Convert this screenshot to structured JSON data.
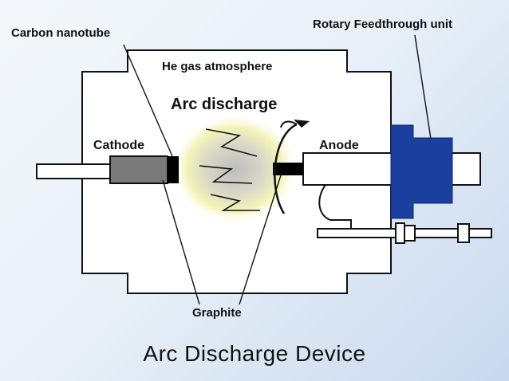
{
  "labels": {
    "carbon_nanotube": "Carbon nanotube",
    "rotary_feedthrough": "Rotary Feedthrough unit",
    "he_atmosphere": "He gas atmosphere",
    "arc_discharge": "Arc discharge",
    "cathode": "Cathode",
    "anode": "Anode",
    "graphite": "Graphite"
  },
  "title": "Arc Discharge Device",
  "colors": {
    "chamber_fill": "#ffffff",
    "outline": "#111111",
    "feedthrough_blue": "#1b3f9e",
    "cathode_gray": "#777777",
    "graphite_black": "#000000",
    "glow": "#f0f0b0"
  }
}
